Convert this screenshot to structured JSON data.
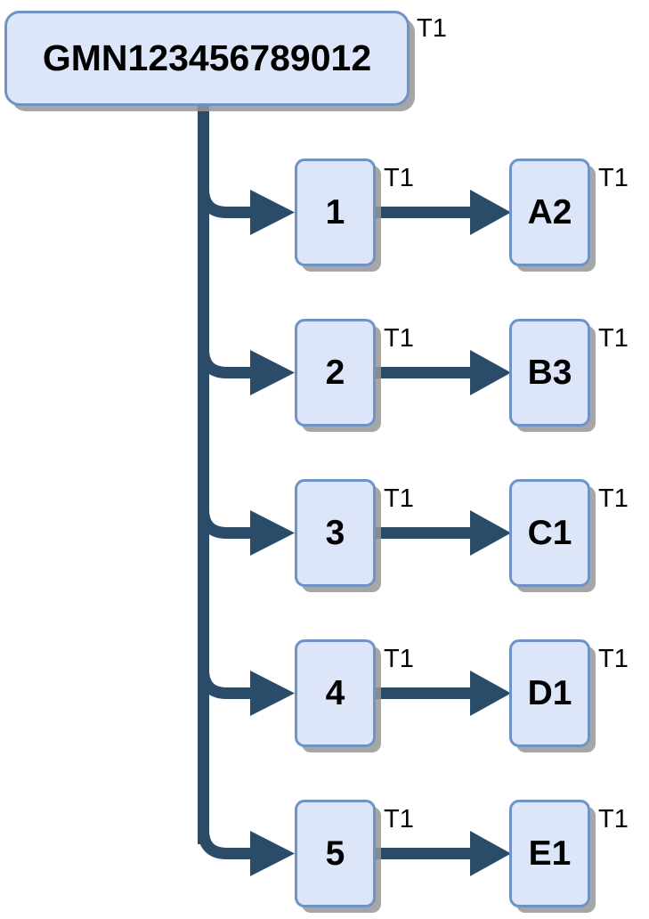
{
  "diagram": {
    "type": "tree-flow",
    "root": {
      "label": "GMN123456789012",
      "tag": "T1"
    },
    "branches": [
      {
        "mid": {
          "label": "1",
          "tag": "T1"
        },
        "end": {
          "label": "A2",
          "tag": "T1"
        }
      },
      {
        "mid": {
          "label": "2",
          "tag": "T1"
        },
        "end": {
          "label": "B3",
          "tag": "T1"
        }
      },
      {
        "mid": {
          "label": "3",
          "tag": "T1"
        },
        "end": {
          "label": "C1",
          "tag": "T1"
        }
      },
      {
        "mid": {
          "label": "4",
          "tag": "T1"
        },
        "end": {
          "label": "D1",
          "tag": "T1"
        }
      },
      {
        "mid": {
          "label": "5",
          "tag": "T1"
        },
        "end": {
          "label": "E1",
          "tag": "T1"
        }
      }
    ],
    "colors": {
      "node_fill": "#dce6f8",
      "node_border": "#6f93c7",
      "connector": "#2a4c68",
      "shadow": "#969696",
      "text": "#000000",
      "background": "#ffffff"
    }
  }
}
